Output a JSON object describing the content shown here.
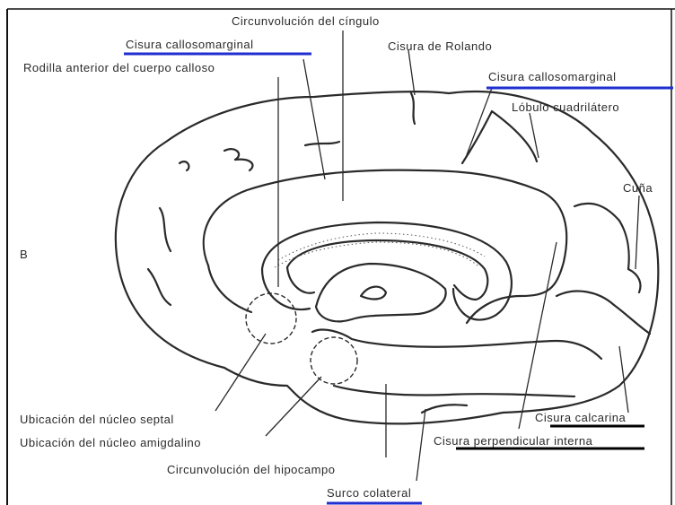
{
  "panel_letter": "B",
  "labels": {
    "cingulo": "Circunvolución del cíngulo",
    "callosomarginal_1": "Cisura callosomarginal",
    "rolando": "Cisura de Rolando",
    "rodilla": "Rodilla anterior del cuerpo calloso",
    "callosomarginal_2": "Cisura callosomarginal",
    "lobulo": "Lóbulo cuadrilátero",
    "cuna": "Cuña",
    "septal": "Ubicación del núcleo septal",
    "amigdalino": "Ubicación del núcleo amigdalino",
    "calcarina": "Cisura calcarina",
    "perpendicular": "Cisura perpendicular interna",
    "hipocampo": "Circunvolución del hipocampo",
    "colateral": "Surco colateral"
  },
  "colors": {
    "line": "#2a2a2a",
    "frame": "#111111",
    "underline_blue": "#1f2fd0",
    "underline_black": "#000000"
  }
}
